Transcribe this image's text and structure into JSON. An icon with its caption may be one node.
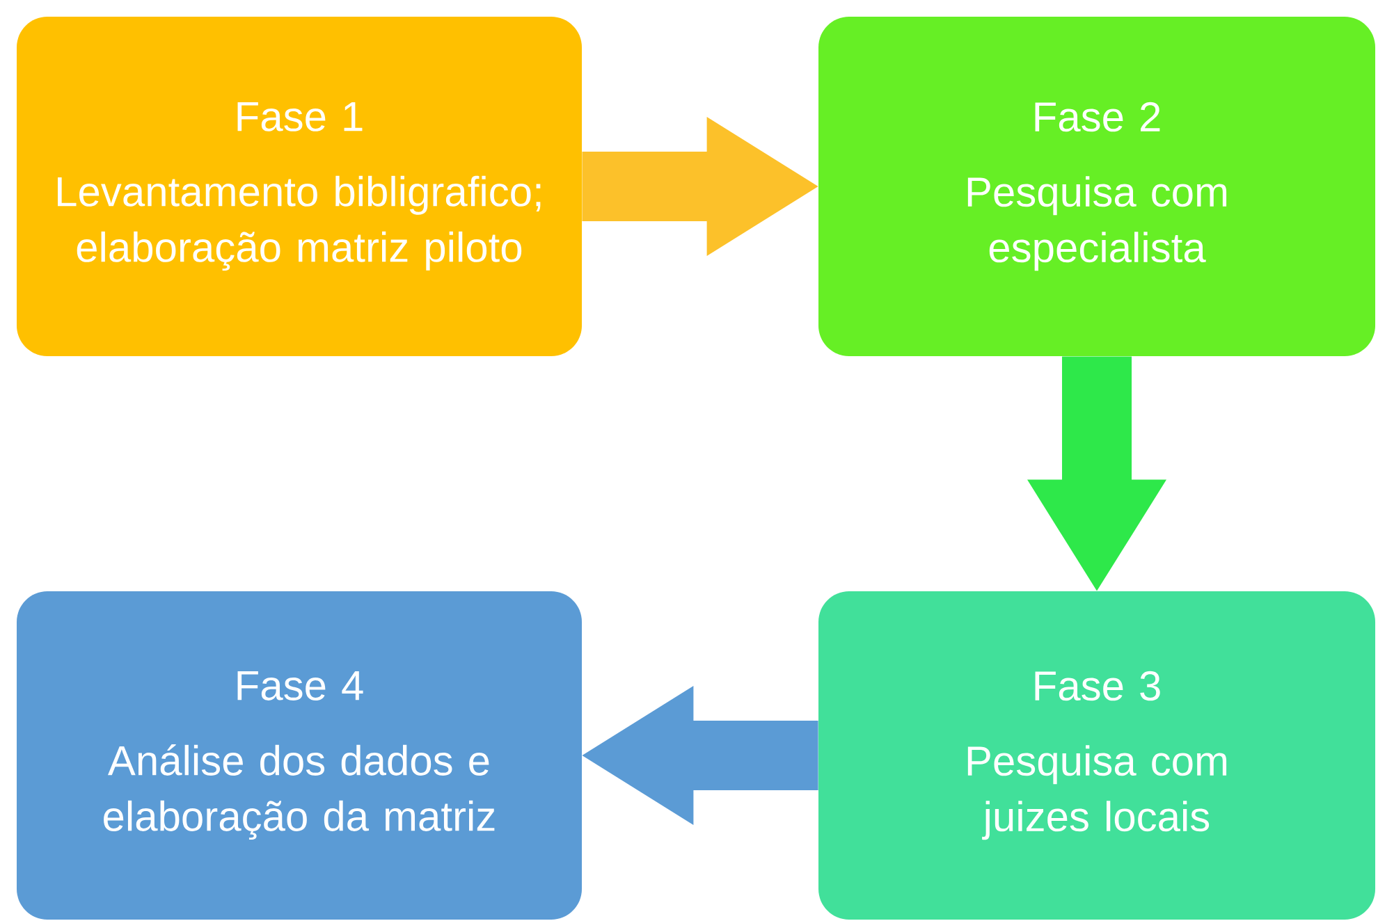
{
  "diagram": {
    "nodes": [
      {
        "text": [
          "Fase 1",
          "Levantamento bibligrafico; elaboração matriz piloto"
        ]
      },
      {
        "text": [
          "Fase 2",
          "Pesquisa com especialista"
        ]
      },
      {
        "text": [
          "Fase 3",
          "Pesquisa com juizes locais"
        ]
      },
      {
        "text": [
          "Fase 4",
          "Análise dos dados e elaboração da matriz"
        ]
      }
    ],
    "edges": [
      {
        "from": 0,
        "to": 1,
        "arrow": "to",
        "color": "#fcc12a"
      },
      {
        "from": 1,
        "to": 2,
        "arrow": "to",
        "color": "#2ee84a"
      },
      {
        "from": 2,
        "to": 3,
        "arrow": "to",
        "color": "#5b9bd5"
      }
    ]
  }
}
